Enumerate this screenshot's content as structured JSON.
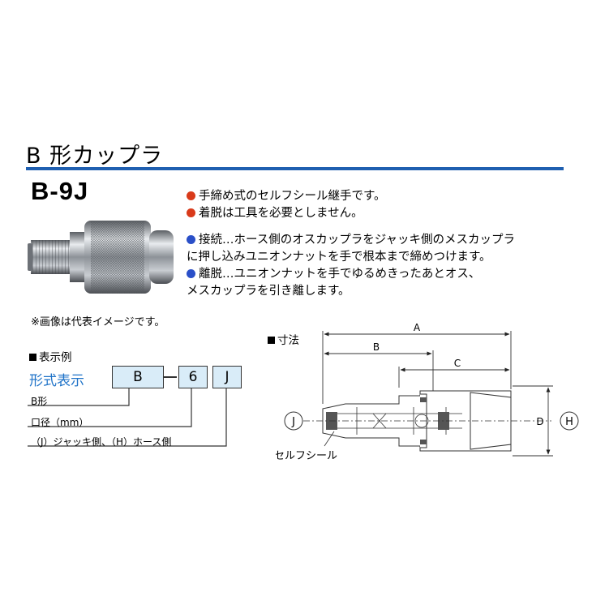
{
  "title": "B 形カップラ",
  "model": "B-9J",
  "features": [
    {
      "color": "red",
      "lines": [
        "手締め式のセルフシール継手です。"
      ]
    },
    {
      "color": "red",
      "lines": [
        "着脱は工具を必要としません。"
      ]
    },
    {
      "color": "blue",
      "lines": [
        "接続…ホース側のオスカップラをジャッキ側のメスカップラ",
        "に押し込みユニオンナットを手で根本まで締めつけます。"
      ]
    },
    {
      "color": "blue",
      "lines": [
        "離脱…ユニオンナットを手でゆるめきったあとオス、",
        "メスカップラを引き離します。"
      ]
    }
  ],
  "image_note": "※画像は代表イメージです。",
  "display_example": {
    "heading": "表示例",
    "type_label": "形式表示",
    "boxes": [
      "B",
      "6",
      "J"
    ],
    "legend": [
      "B形",
      "口径（mm）",
      "（J）ジャッキ側、（H）ホース側"
    ]
  },
  "dimensions": {
    "heading": "寸法",
    "labels": {
      "a": "A",
      "b": "B",
      "c": "C",
      "d": "D"
    },
    "left_end": "J",
    "right_end": "H",
    "self_seal": "セルフシール"
  },
  "colors": {
    "accent_rule": "#1f5fb0",
    "type_label": "#1f73c8",
    "box_fill": "#d9ecf8",
    "red_dot": "#d93a1a",
    "blue_dot": "#2a4fc8"
  }
}
